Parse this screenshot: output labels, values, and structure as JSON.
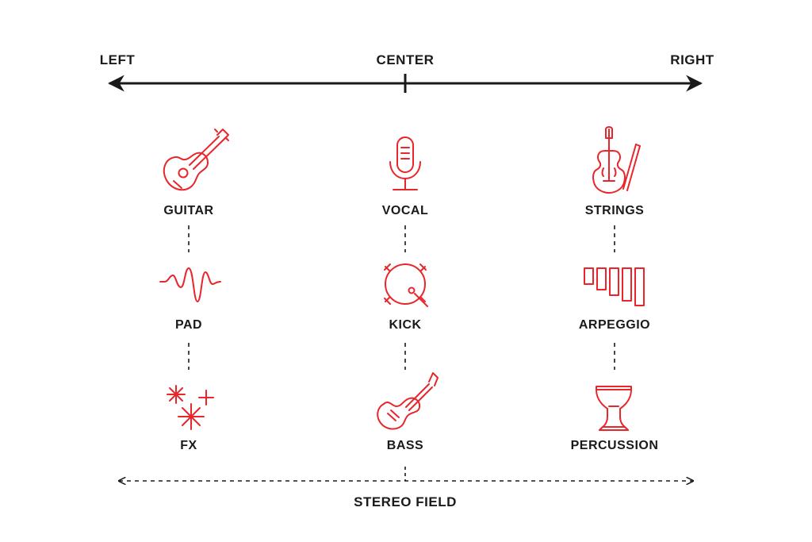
{
  "axis": {
    "left_label": "LEFT",
    "center_label": "CENTER",
    "right_label": "RIGHT"
  },
  "columns": {
    "left": {
      "guitar": {
        "label": "GUITAR",
        "icon": "guitar-icon"
      },
      "pad": {
        "label": "PAD",
        "icon": "waveform-icon"
      },
      "fx": {
        "label": "FX",
        "icon": "sparkle-icon"
      }
    },
    "center": {
      "vocal": {
        "label": "VOCAL",
        "icon": "microphone-icon"
      },
      "kick": {
        "label": "KICK",
        "icon": "kick-drum-icon"
      },
      "bass": {
        "label": "BASS",
        "icon": "bass-guitar-icon"
      }
    },
    "right": {
      "strings": {
        "label": "STRINGS",
        "icon": "violin-icon"
      },
      "arpeggio": {
        "label": "ARPEGGIO",
        "icon": "arpeggio-bars-icon"
      },
      "percussion": {
        "label": "PERCUSSION",
        "icon": "djembe-icon"
      }
    }
  },
  "footer": {
    "label": "STEREO FIELD"
  },
  "colors": {
    "accent": "#e8262b",
    "text": "#1a1a1a",
    "background": "#ffffff"
  }
}
